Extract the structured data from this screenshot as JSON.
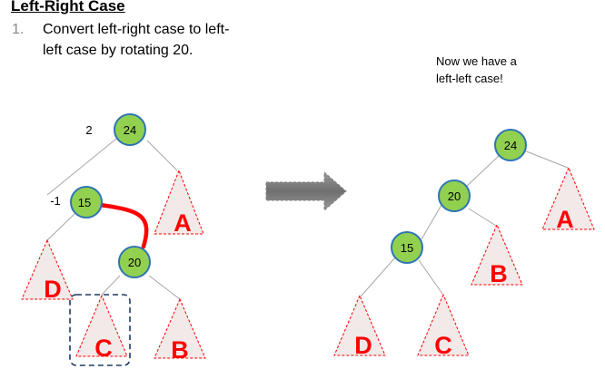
{
  "title": "Left-Right Case",
  "step": {
    "number": "1.",
    "line1": "Convert left-right case to left-",
    "line2": "left case by rotating 20."
  },
  "note": {
    "line1": "Now we have a",
    "line2": "left-left case!"
  },
  "left_tree": {
    "root": {
      "value": "24",
      "balance": "2"
    },
    "left_child": {
      "value": "15",
      "balance": "-1"
    },
    "grandchild": {
      "value": "20"
    },
    "subtrees": {
      "a": "A",
      "b": "B",
      "c": "C",
      "d": "D"
    }
  },
  "right_tree": {
    "root": {
      "value": "24"
    },
    "left_child": {
      "value": "20"
    },
    "grandchild": {
      "value": "15"
    },
    "subtrees": {
      "a": "A",
      "b": "B",
      "c": "C",
      "d": "D"
    }
  },
  "colors": {
    "node_fill": "#92d050",
    "node_stroke": "#2e75b6",
    "subtree_stroke": "#ff0000",
    "subtree_fill": "#f2e9e9",
    "subtree_label": "#ff0000",
    "highlight_edge": "#ff0000",
    "edge": "#a6a6a6",
    "arrow": "#7f7f7f",
    "focus_box": "#1f3864"
  }
}
